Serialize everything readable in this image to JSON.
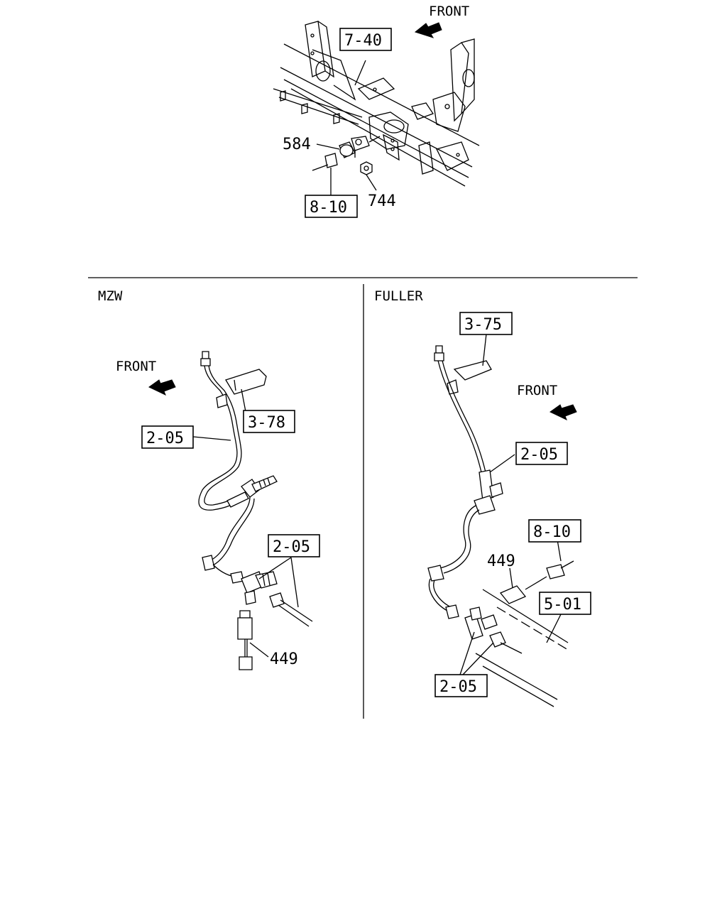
{
  "top": {
    "front": "FRONT",
    "ref_7_40": "7-40",
    "ref_8_10": "8-10",
    "part_584": "584",
    "part_744": "744"
  },
  "mzw": {
    "title": "MZW",
    "front": "FRONT",
    "ref_3_78": "3-78",
    "ref_2_05_a": "2-05",
    "ref_2_05_b": "2-05",
    "part_449": "449"
  },
  "fuller": {
    "title": "FULLER",
    "front": "FRONT",
    "ref_3_75": "3-75",
    "ref_2_05_a": "2-05",
    "ref_8_10": "8-10",
    "part_449": "449",
    "ref_5_01": "5-01",
    "ref_2_05_b": "2-05"
  },
  "icons": [
    "front-arrow-icon"
  ]
}
